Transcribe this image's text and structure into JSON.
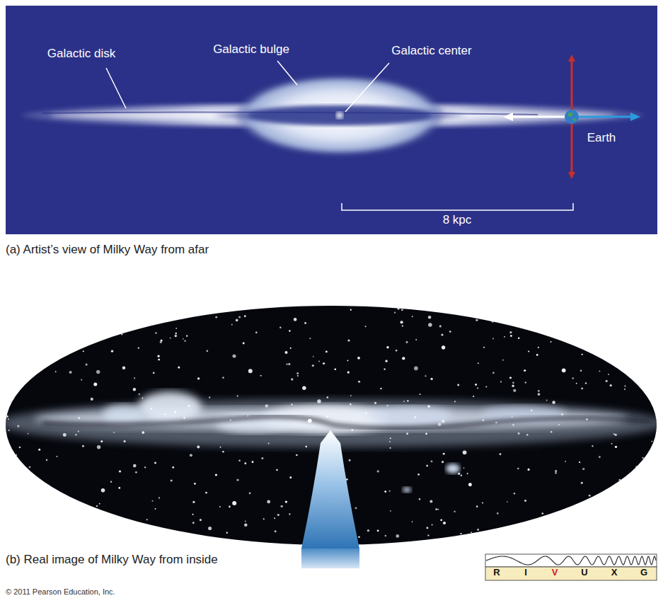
{
  "diagram": {
    "labels": [
      "Galactic bulge",
      "Galactic center",
      "Galactic disk",
      "Earth",
      "8 kpc",
      "(a) Artist’s view of Milky Way from afar",
      "(b) Real image of Milky Way from inside",
      "R",
      "I",
      "V",
      "U",
      "X",
      "G",
      "© 2011 Pearson Education, Inc."
    ]
  }
}
